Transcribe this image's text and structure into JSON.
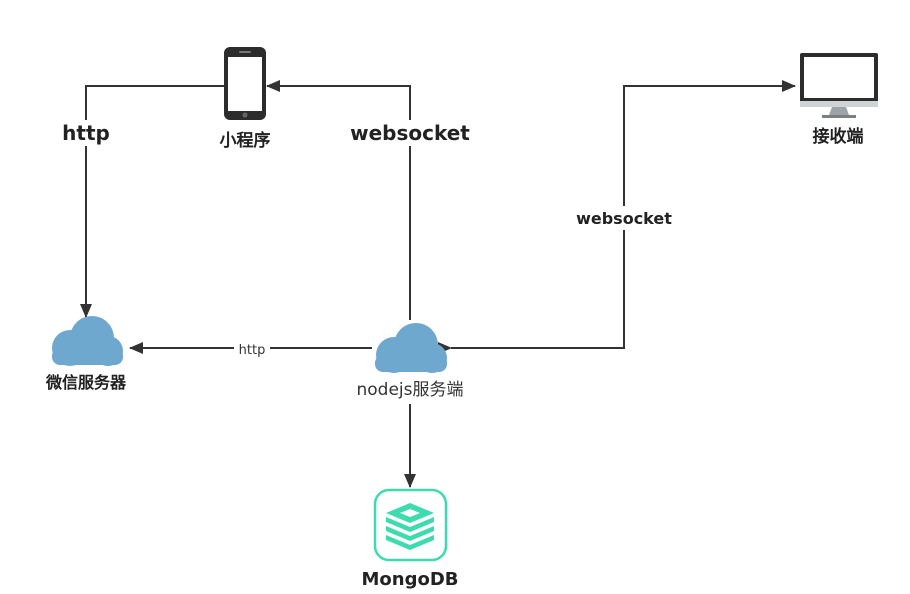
{
  "nodes": {
    "miniprogram": {
      "label": "小程序",
      "icon": "smartphone-icon"
    },
    "receiver": {
      "label": "接收端",
      "icon": "monitor-icon"
    },
    "wechat_server": {
      "label": "微信服务器",
      "icon": "cloud-icon"
    },
    "nodejs_server": {
      "label": "nodejs服务端",
      "icon": "cloud-icon"
    },
    "mongodb": {
      "label": "MongoDB",
      "icon": "database-icon"
    }
  },
  "edges": {
    "mini_to_wechat": {
      "label": "http"
    },
    "nodejs_to_mini": {
      "label": "websocket"
    },
    "receiver_nodejs": {
      "label": "websocket"
    },
    "nodejs_to_wechat": {
      "label": "http"
    },
    "nodejs_to_mongodb": {
      "label": ""
    }
  },
  "colors": {
    "line": "#333333",
    "cloud": "#6fa8cf",
    "mongodb": "#3ddbad",
    "device": "#2c2c2c"
  }
}
